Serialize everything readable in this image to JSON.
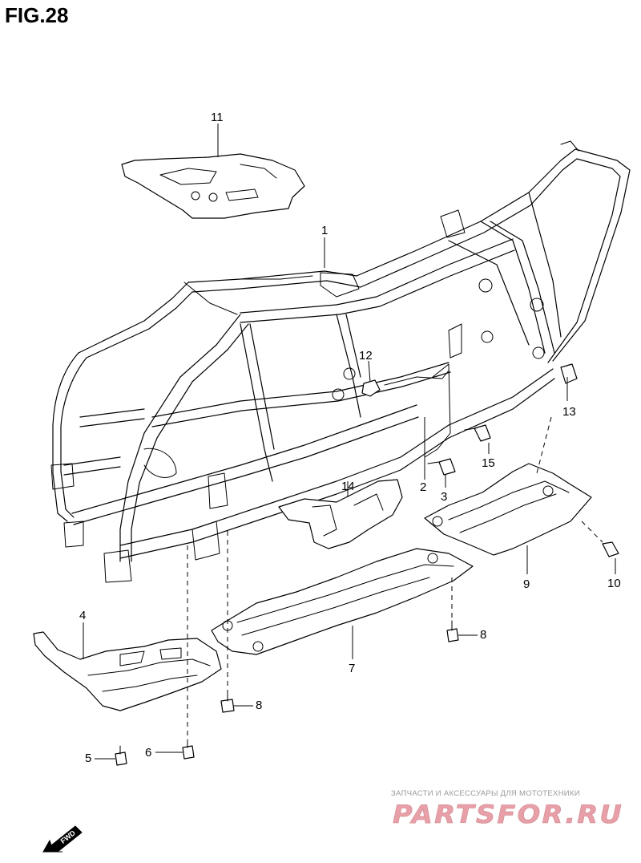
{
  "figure": {
    "title": "FIG.28"
  },
  "callouts": [
    {
      "id": "callout-1",
      "label": "1"
    },
    {
      "id": "callout-2",
      "label": "2"
    },
    {
      "id": "callout-3",
      "label": "3"
    },
    {
      "id": "callout-4",
      "label": "4"
    },
    {
      "id": "callout-5",
      "label": "5"
    },
    {
      "id": "callout-6",
      "label": "6"
    },
    {
      "id": "callout-7",
      "label": "7"
    },
    {
      "id": "callout-8a",
      "label": "8"
    },
    {
      "id": "callout-8b",
      "label": "8"
    },
    {
      "id": "callout-9",
      "label": "9"
    },
    {
      "id": "callout-10",
      "label": "10"
    },
    {
      "id": "callout-11",
      "label": "11"
    },
    {
      "id": "callout-12",
      "label": "12"
    },
    {
      "id": "callout-13",
      "label": "13"
    },
    {
      "id": "callout-14",
      "label": "14"
    },
    {
      "id": "callout-15",
      "label": "15"
    }
  ],
  "watermark": {
    "caption": "ЗАПЧАСТИ И АКСЕССУАРЫ ДЛЯ МОТОТЕХНИКИ",
    "logo_text": "PARTSFOR.RU",
    "logo_color": "#e8a0a8"
  },
  "badge": {
    "text": "FWD",
    "icon": "forward-arrow-icon"
  }
}
